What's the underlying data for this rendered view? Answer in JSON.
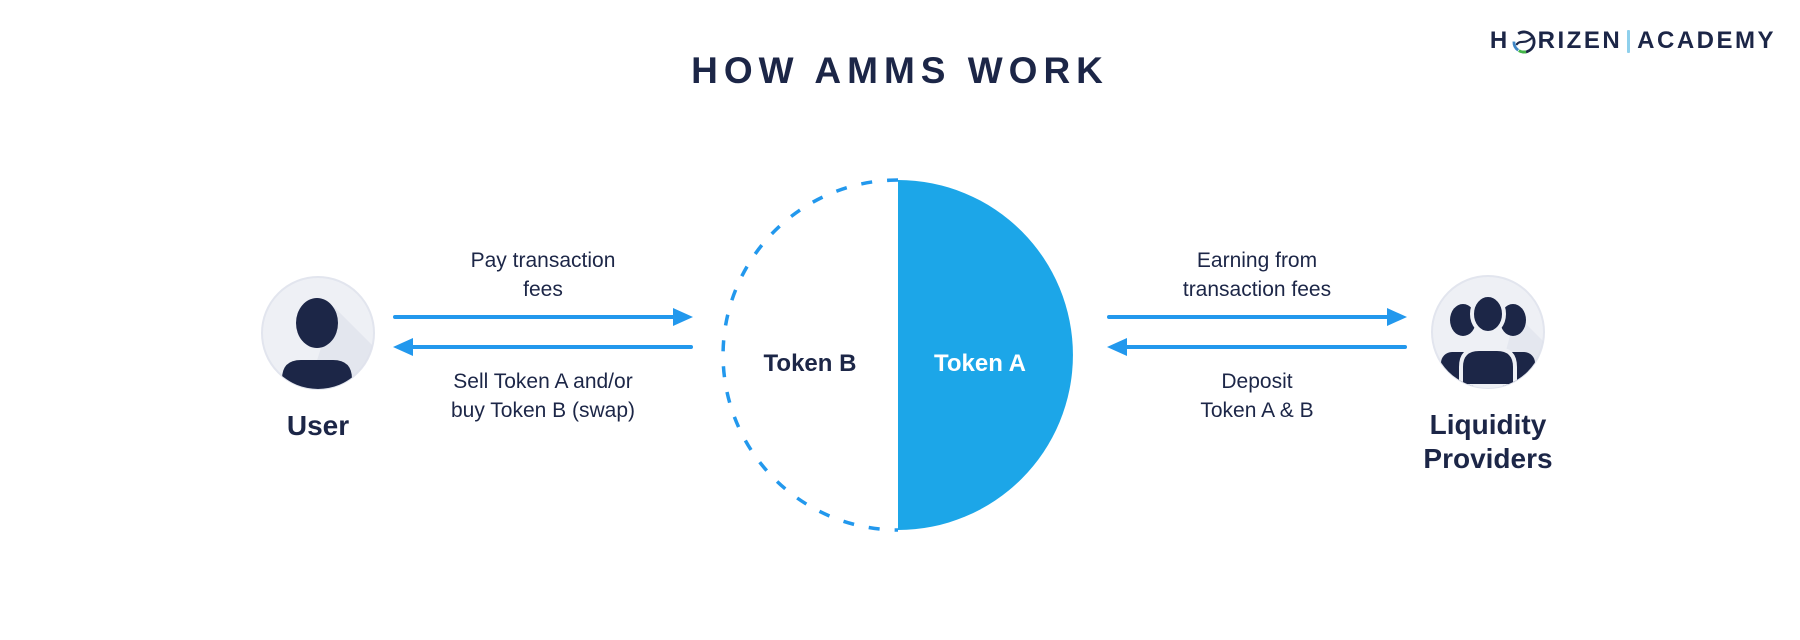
{
  "colors": {
    "navy": "#1C2647",
    "arrow_blue": "#2298ED",
    "pool_blue": "#1CA6E8",
    "avatar_bg": "#EEF0F5",
    "avatar_border": "#E2E5EE",
    "avatar_shadow": "#DEE1EB",
    "logo_separator": "#8FD0EC",
    "logo_mid_blue": "#3E86C6",
    "logo_green": "#44B649",
    "white": "#FFFFFF"
  },
  "header": {
    "title": "HOW AMMS WORK",
    "logo": {
      "prefix": "H",
      "rest": "RIZEN",
      "suffix": "ACADEMY"
    }
  },
  "pool": {
    "token_a_label": "Token A",
    "token_b_label": "Token B"
  },
  "actors": {
    "user": {
      "label": "User"
    },
    "liquidity_providers": {
      "label_line1": "Liquidity",
      "label_line2": "Providers"
    }
  },
  "flows": {
    "pay_fees": {
      "line1": "Pay transaction",
      "line2": "fees",
      "direction": "right"
    },
    "swap": {
      "line1": "Sell Token A and/or",
      "line2": "buy Token B (swap)",
      "direction": "left"
    },
    "earning": {
      "line1": "Earning from",
      "line2": "transaction fees",
      "direction": "right"
    },
    "deposit": {
      "line1": "Deposit",
      "line2": "Token A & B",
      "direction": "left"
    }
  }
}
